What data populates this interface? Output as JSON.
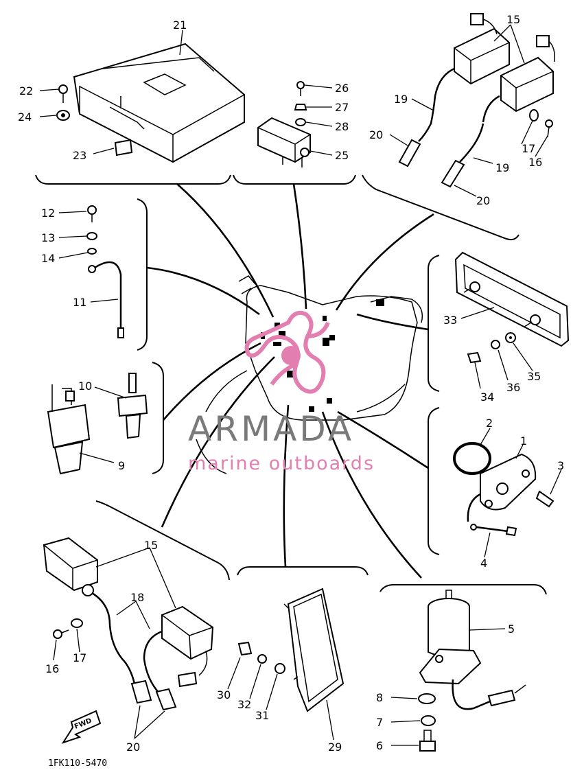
{
  "diagram_code": "1FK110-5470",
  "watermark": {
    "brand": "ARMADA",
    "tagline": "marine outboards",
    "logo_color": "#e27fb0",
    "brand_color": "#7a7a7a"
  },
  "forward_arrow_label": "FWD",
  "callouts": [
    {
      "id": "c21",
      "text": "21"
    },
    {
      "id": "c22",
      "text": "22"
    },
    {
      "id": "c24",
      "text": "24"
    },
    {
      "id": "c23",
      "text": "23"
    },
    {
      "id": "c26",
      "text": "26"
    },
    {
      "id": "c27",
      "text": "27"
    },
    {
      "id": "c28",
      "text": "28"
    },
    {
      "id": "c25",
      "text": "25"
    },
    {
      "id": "c15a",
      "text": "15"
    },
    {
      "id": "c19a",
      "text": "19"
    },
    {
      "id": "c20a",
      "text": "20"
    },
    {
      "id": "c17a",
      "text": "17"
    },
    {
      "id": "c16a",
      "text": "16"
    },
    {
      "id": "c19b",
      "text": "19"
    },
    {
      "id": "c20b",
      "text": "20"
    },
    {
      "id": "c12",
      "text": "12"
    },
    {
      "id": "c13",
      "text": "13"
    },
    {
      "id": "c14",
      "text": "14"
    },
    {
      "id": "c11",
      "text": "11"
    },
    {
      "id": "c33",
      "text": "33"
    },
    {
      "id": "c34",
      "text": "34"
    },
    {
      "id": "c36",
      "text": "36"
    },
    {
      "id": "c35",
      "text": "35"
    },
    {
      "id": "c10",
      "text": "10"
    },
    {
      "id": "c9",
      "text": "9"
    },
    {
      "id": "c2",
      "text": "2"
    },
    {
      "id": "c1",
      "text": "1"
    },
    {
      "id": "c3",
      "text": "3"
    },
    {
      "id": "c4",
      "text": "4"
    },
    {
      "id": "c15b",
      "text": "15"
    },
    {
      "id": "c18",
      "text": "18"
    },
    {
      "id": "c16b",
      "text": "16"
    },
    {
      "id": "c17b",
      "text": "17"
    },
    {
      "id": "c20c",
      "text": "20"
    },
    {
      "id": "c30",
      "text": "30"
    },
    {
      "id": "c32",
      "text": "32"
    },
    {
      "id": "c31",
      "text": "31"
    },
    {
      "id": "c29",
      "text": "29"
    },
    {
      "id": "c5",
      "text": "5"
    },
    {
      "id": "c8",
      "text": "8"
    },
    {
      "id": "c7",
      "text": "7"
    },
    {
      "id": "c6",
      "text": "6"
    }
  ]
}
